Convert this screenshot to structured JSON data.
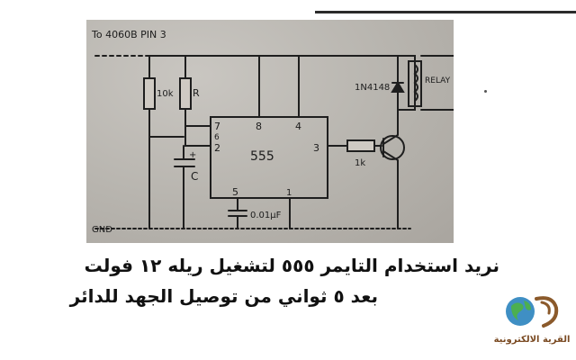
{
  "circuit": {
    "note_top": "To 4060B PIN 3",
    "r1": "10k",
    "r2": "R",
    "pin7": "7",
    "pin6": "6",
    "pin2": "2",
    "pin8": "8",
    "pin4": "4",
    "pin3": "3",
    "pin5": "5",
    "pin1": "1",
    "chip": "555",
    "cap_plus": "+",
    "cap": "C",
    "cap2": "0.01μF",
    "base_res": "1k",
    "diode": "1N4148",
    "relay": "RELAY",
    "gnd": "GND"
  },
  "caption": {
    "line1": "نريد استخدام التايمر ٥٥٥ لتشغيل ريله ١٢ فولت",
    "line2": "بعد ٥ ثواني من توصيل الجهد للدائر"
  },
  "logo": {
    "brand": "القرية الالكترونية",
    "colors": {
      "globe": "#3f8fc4",
      "land": "#4caf50",
      "swirl": "#8b5a2b"
    }
  }
}
